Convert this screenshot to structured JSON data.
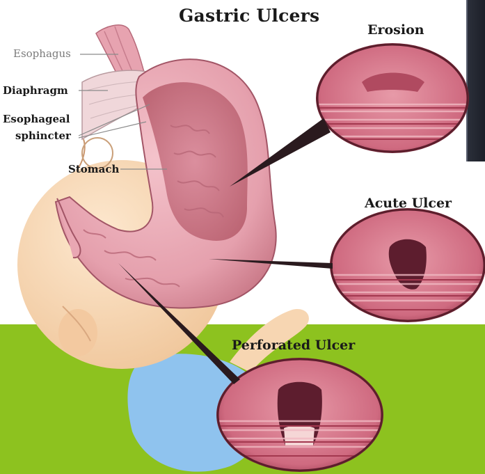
{
  "title": "Gastric Ulcers",
  "anatomy_labels": {
    "esophagus": "Esophagus",
    "diaphragm": "Diaphragm",
    "sphincter_line1": "Esophageal",
    "sphincter_line2": "sphincter",
    "stomach": "Stomach"
  },
  "insets": {
    "erosion": "Erosion",
    "acute": "Acute Ulcer",
    "perforated": "Perforated Ulcer"
  },
  "colors": {
    "background_ground": "#8dc21f",
    "stomach_tissue": "#e9a7b3",
    "inset_tissue": "#d9758a",
    "baby_skin": "#f7d6b2",
    "baby_clothes": "#8fc3ee"
  }
}
